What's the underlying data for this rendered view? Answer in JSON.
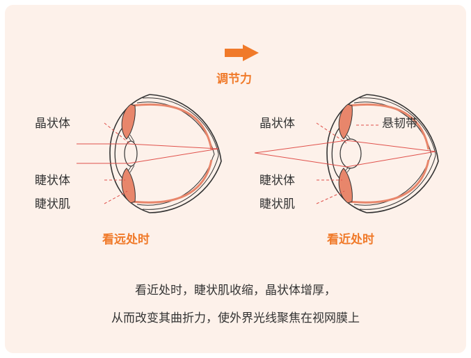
{
  "colors": {
    "background": "#fdf1ea",
    "accent": "#f07a2a",
    "ray": "#e0504a",
    "muscle_fill": "#e8866b",
    "outline": "#333333"
  },
  "arrow_label": "调节力",
  "left_eye": {
    "labels": [
      "晶状体",
      "睫状体",
      "睫状肌"
    ],
    "caption": "看远处时"
  },
  "right_eye": {
    "labels": [
      "晶状体",
      "悬韧带",
      "睫状体",
      "睫状肌"
    ],
    "caption": "看近处时"
  },
  "description": {
    "line1": "看近处时，睫状肌收缩，晶状体增厚，",
    "line2": "从而改变其曲折力，使外界光线聚焦在视网膜上"
  }
}
